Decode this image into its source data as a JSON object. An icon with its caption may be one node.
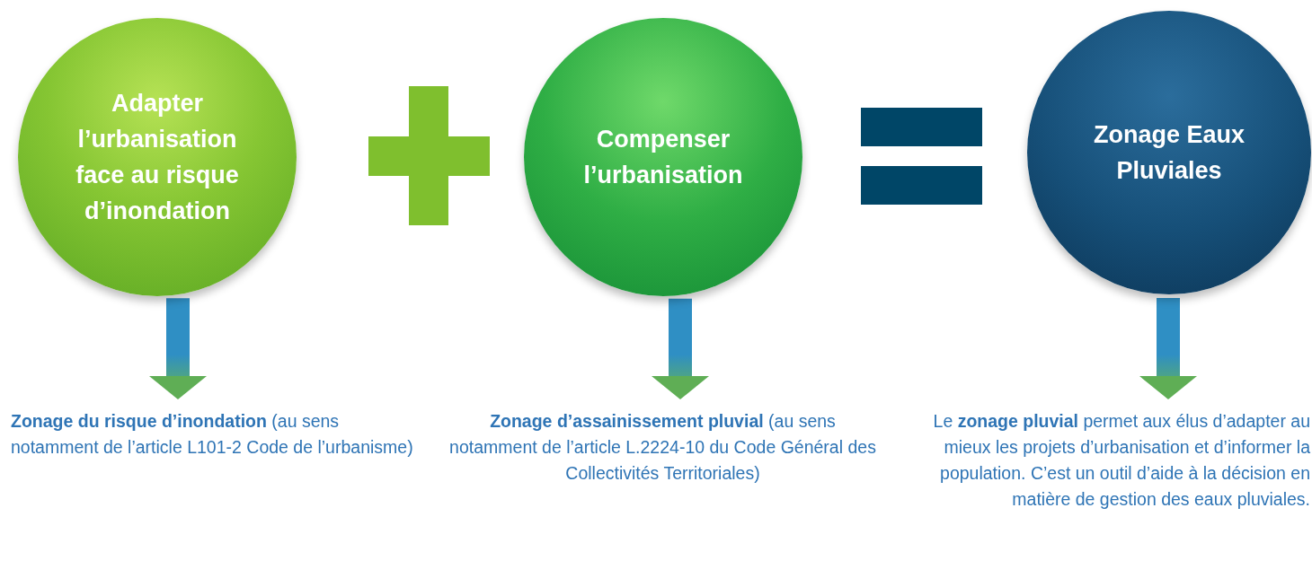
{
  "diagram": {
    "nodes": [
      {
        "text": [
          "Adapter l’urbanisation face au risque d’inondation"
        ]
      },
      {
        "text": [
          "Compenser l’urbanisation"
        ]
      },
      {
        "text": [
          "Zonage Eaux Pluviales"
        ]
      },
      {
        "text": [
          "**Zonage du risque d’inondation** (au sens notamment de l’article L101-2 Code de l’urbanisme)"
        ]
      },
      {
        "text": [
          "**Zonage d’assainissement pluvial** (au sens notamment de l’article L.2224-10 du Code Général des Collectivités Territoriales)"
        ]
      },
      {
        "text": [
          "Le **zonage pluvial** permet aux élus d’adapter au mieux les projets d’urbanisation et d’informer la population. C’est un outil d’aide à la décision en matière de gestion des eaux pluviales."
        ]
      }
    ],
    "edges": [
      {
        "from": 0,
        "to": 3,
        "arrow": "to"
      },
      {
        "from": 1,
        "to": 4,
        "arrow": "to"
      },
      {
        "from": 2,
        "to": 5,
        "arrow": "to"
      }
    ]
  }
}
